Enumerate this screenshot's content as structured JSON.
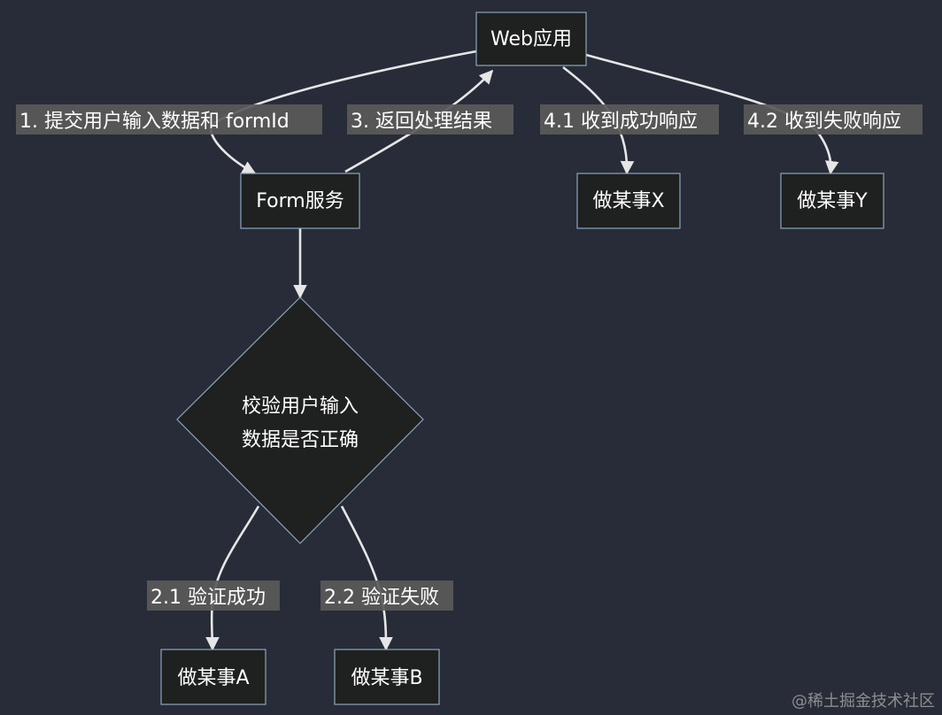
{
  "diagram": {
    "nodes": {
      "web_app": "Web应用",
      "form_service": "Form服务",
      "validate_line1": "校验用户输入",
      "validate_line2": "数据是否正确",
      "do_x": "做某事X",
      "do_y": "做某事Y",
      "do_a": "做某事A",
      "do_b": "做某事B"
    },
    "edges": {
      "submit": "1. 提交用户输入数据和 formId",
      "return": "3. 返回处理结果",
      "success_41": "4.1 收到成功响应",
      "fail_42": "4.2 收到失败响应",
      "validate_success": "2.1 验证成功",
      "validate_fail": "2.2 验证失败"
    }
  },
  "watermark": "@稀土掘金技术社区",
  "colors": {
    "background": "#272c38",
    "node_fill": "#1f2020",
    "node_stroke": "#8aa6bd",
    "edge": "#e6e6e6",
    "label_bg": "#5a5a5a",
    "text": "#ffffff"
  }
}
